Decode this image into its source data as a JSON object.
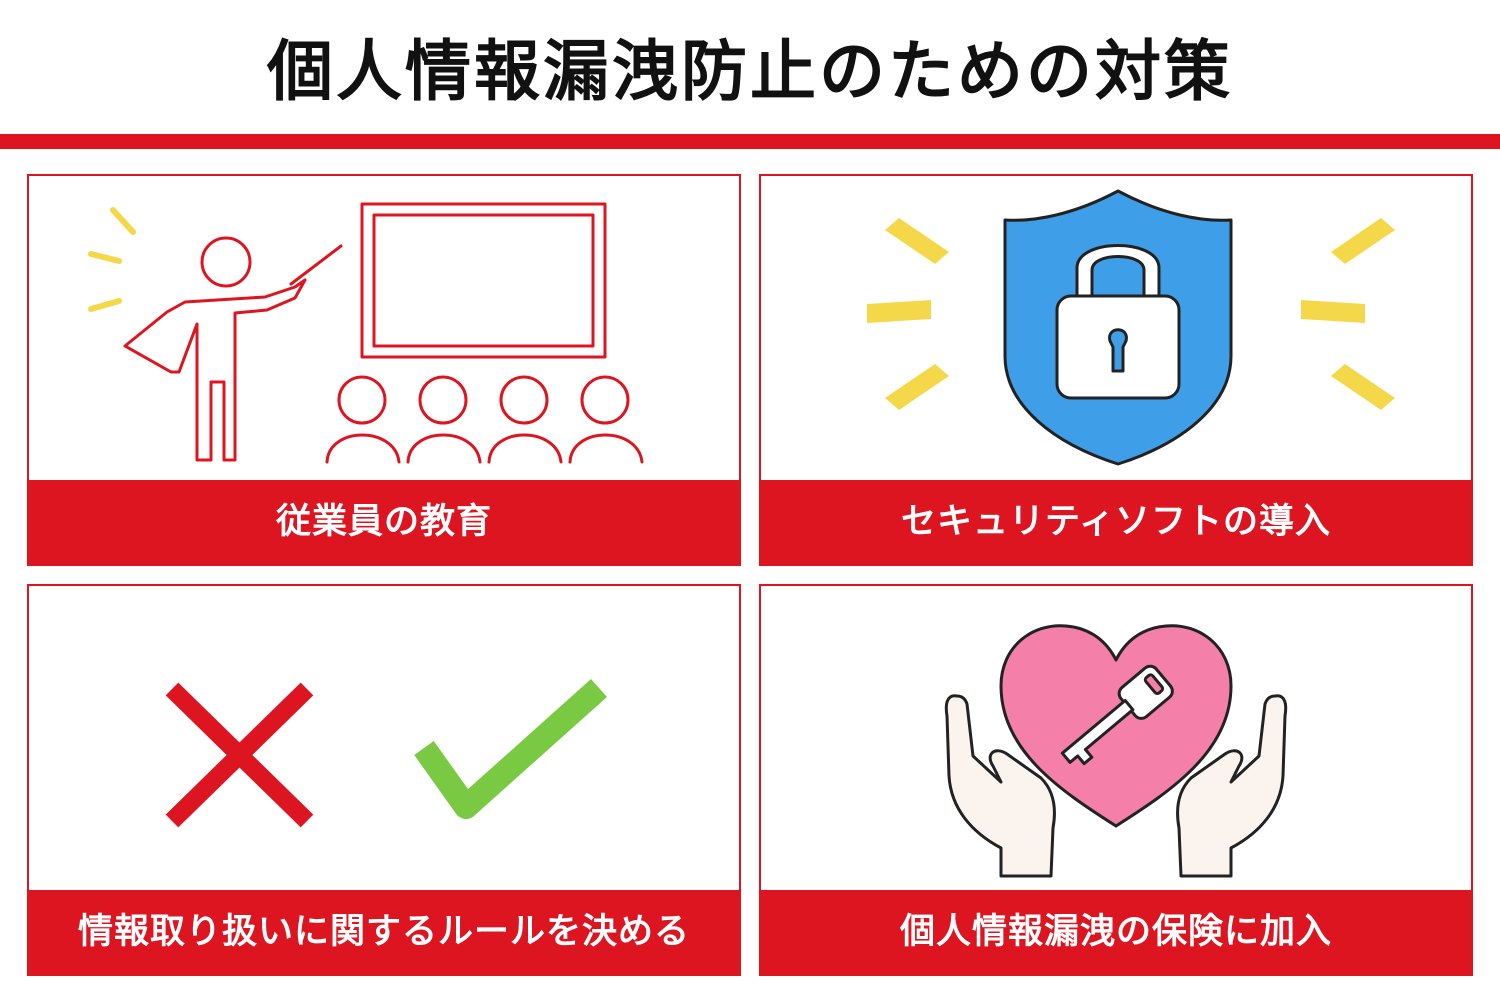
{
  "title": "個人情報漏洩防止のための対策",
  "colors": {
    "accent": "#dc1520",
    "shield": "#3f9ee8",
    "spark": "#f5d84a",
    "check": "#7ac943",
    "heart": "#f47fa8",
    "hand": "#fbf4ee"
  },
  "cards": [
    {
      "label": "従業員の教育",
      "icon": "teacher-presentation-icon"
    },
    {
      "label": "セキュリティソフトの導入",
      "icon": "security-shield-lock-icon"
    },
    {
      "label": "情報取り扱いに関するルールを決める",
      "icon": "cross-and-check-icon"
    },
    {
      "label": "個人情報漏洩の保険に加入",
      "icon": "hands-heart-key-icon"
    }
  ]
}
